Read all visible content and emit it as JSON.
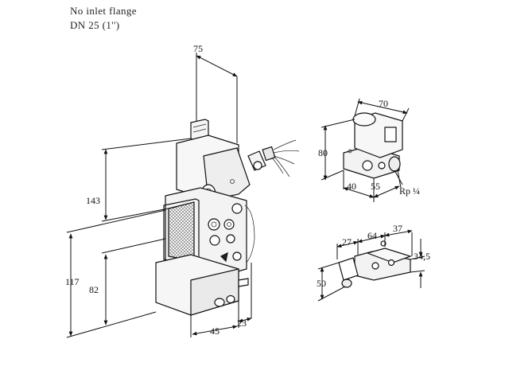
{
  "header": {
    "line1": "No inlet flange",
    "line2": "DN 25 (1'')"
  },
  "main_view": {
    "dims": {
      "top_width": "75",
      "height_upper": "143",
      "height_total": "117",
      "height_lower": "82",
      "bottom_width": "45",
      "bottom_offset": "23"
    }
  },
  "top_right_view": {
    "dims": {
      "width": "70",
      "height": "80",
      "base_left": "40",
      "base_right": "55",
      "thread": "Rp ¼"
    }
  },
  "bottom_right_view": {
    "dims": {
      "left": "27",
      "middle": "64",
      "right": "37",
      "depth": "34,5",
      "height": "50"
    }
  }
}
